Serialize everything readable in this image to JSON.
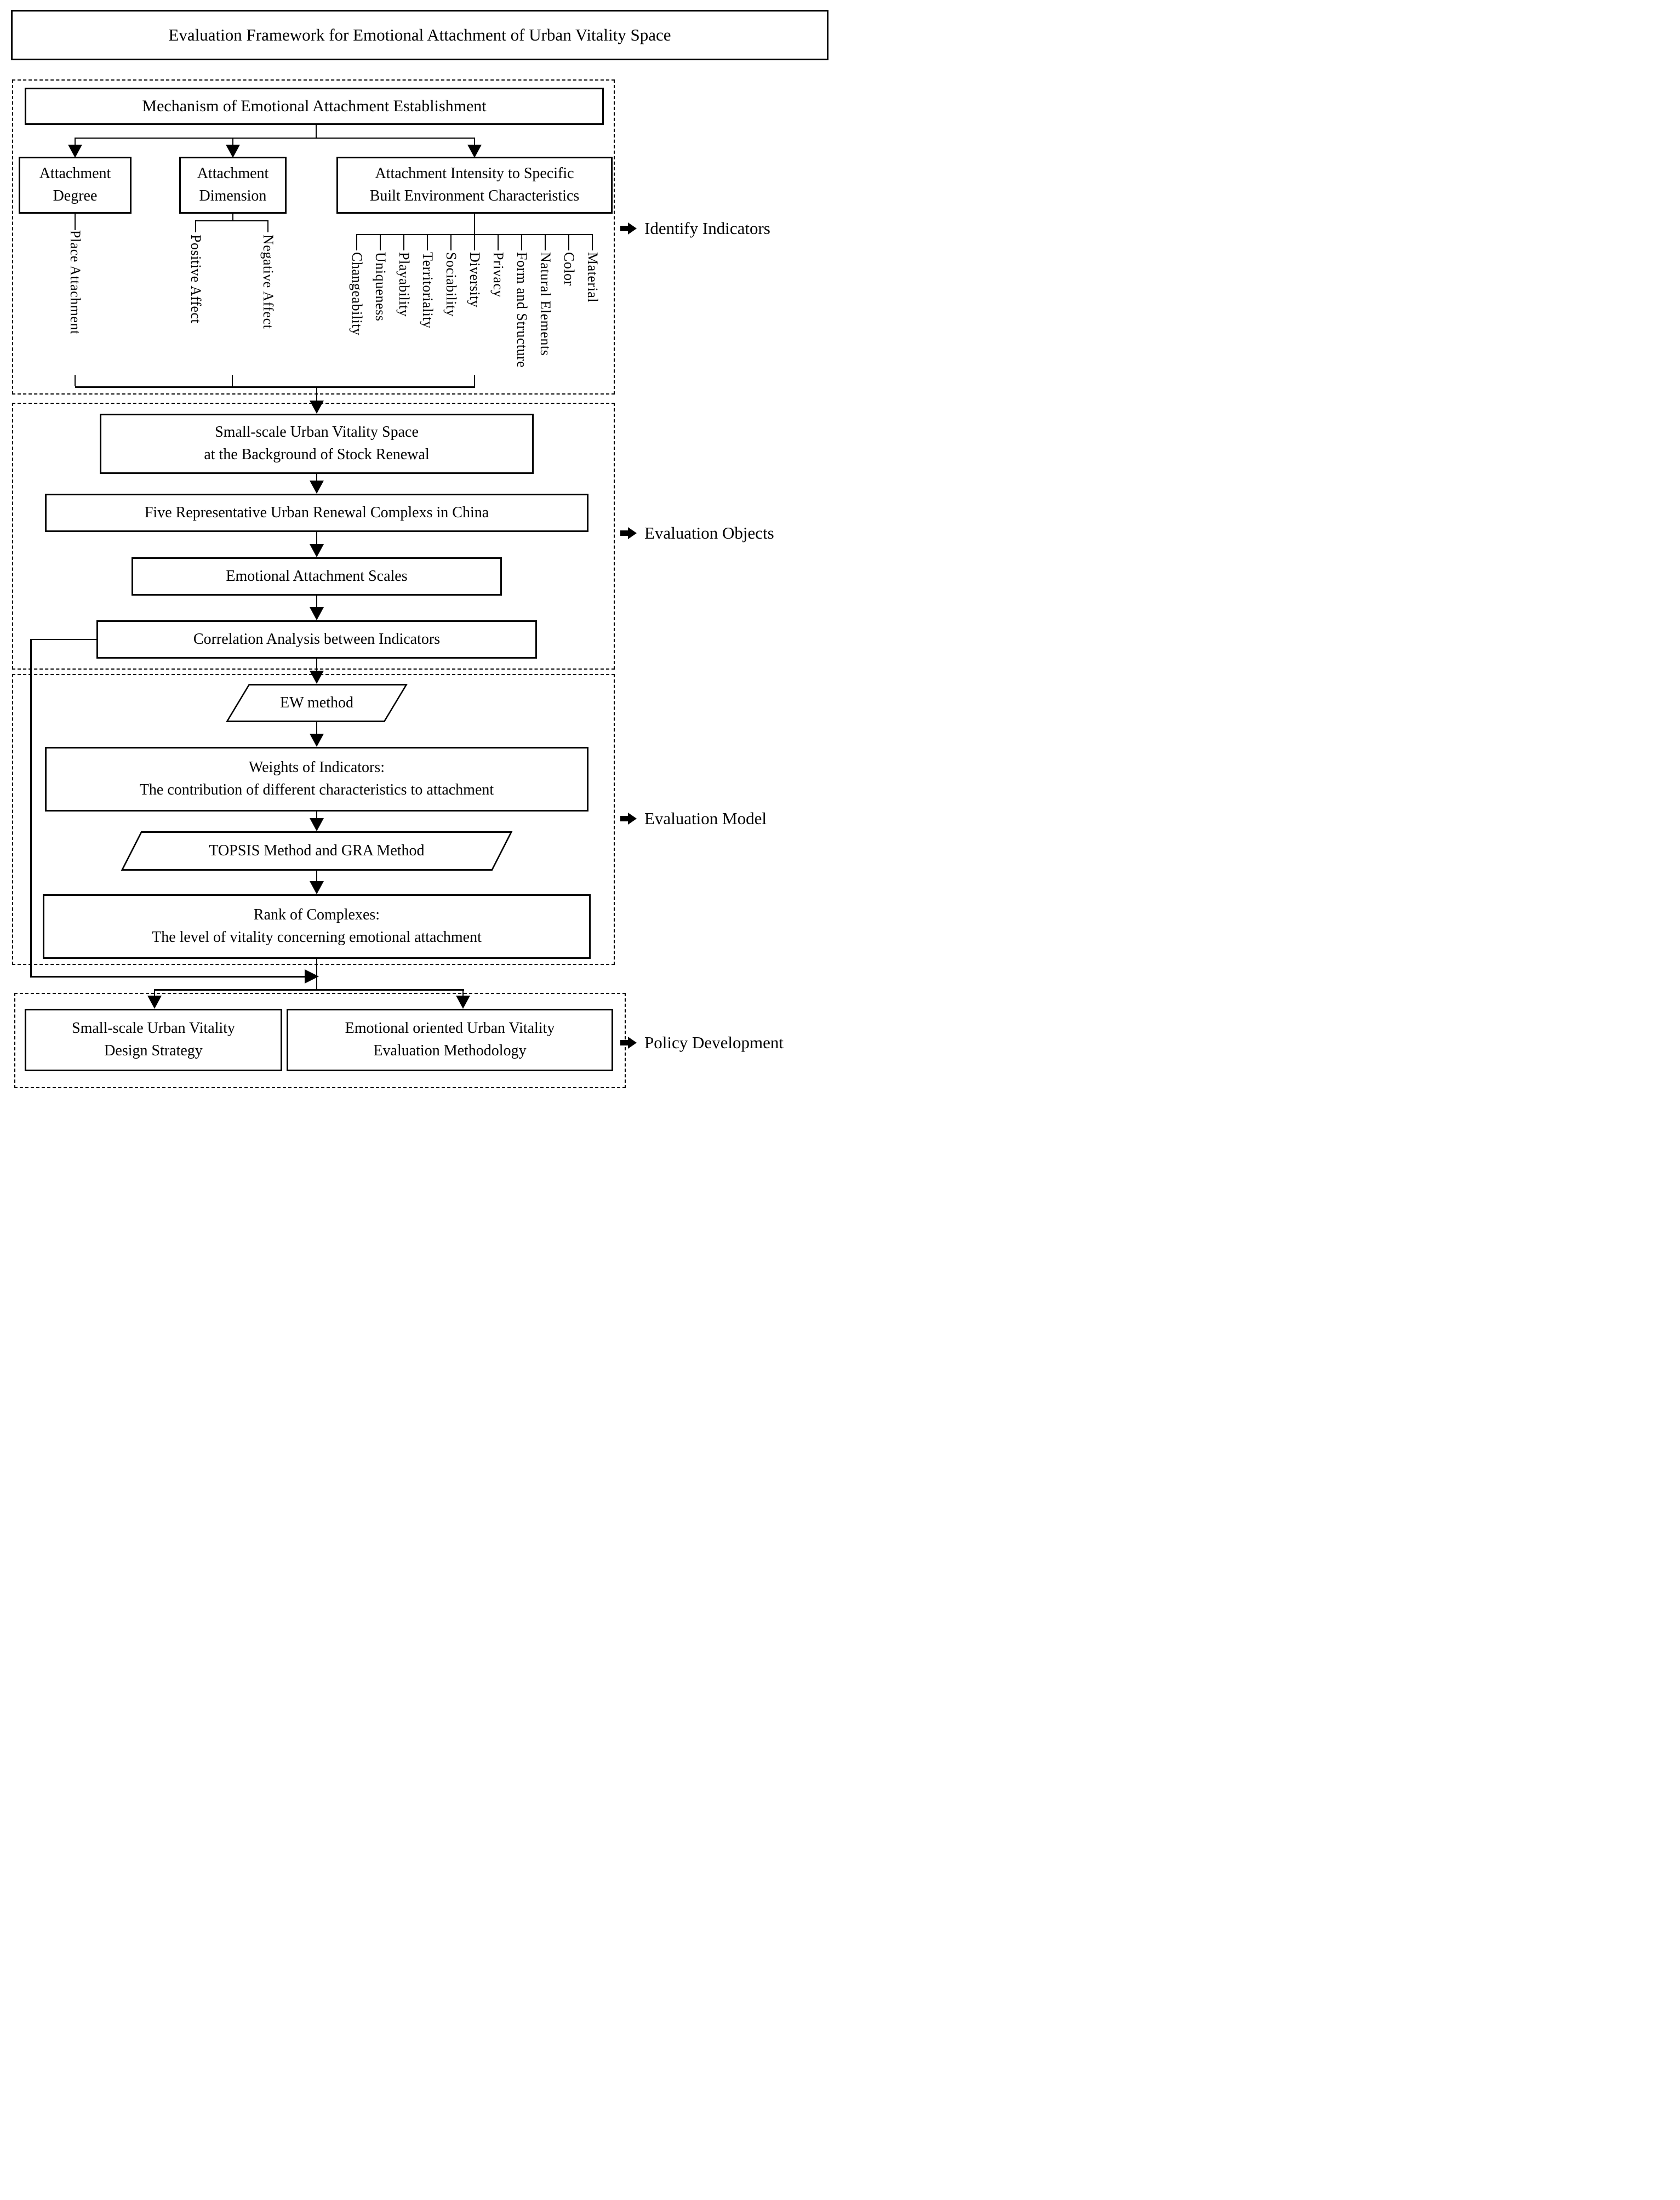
{
  "title": "Evaluation Framework for Emotional Attachment of Urban Vitality Space",
  "side_labels": {
    "identify_indicators": "Identify Indicators",
    "evaluation_objects": "Evaluation Objects",
    "evaluation_model": "Evaluation Model",
    "policy_development": "Policy Development"
  },
  "mechanism": {
    "header": "Mechanism of Emotional Attachment Establishment",
    "degree": {
      "title": "Attachment\nDegree",
      "children": [
        "Place Attachment"
      ]
    },
    "dimension": {
      "title": "Attachment\nDimension",
      "children": [
        "Positive Affect",
        "Negative Affect"
      ]
    },
    "intensity": {
      "title": "Attachment Intensity to Specific\nBuilt Environment Characteristics",
      "children": [
        "Changeability",
        "Uniqueness",
        "Playability",
        "Territoriality",
        "Sociability",
        "Diversity",
        "Privacy",
        "Form and Structure",
        "Natural Elements",
        "Color",
        "Material"
      ]
    }
  },
  "evaluation_objects": {
    "space_box": "Small-scale Urban Vitality Space\nat the Background of Stock Renewal",
    "complexes_box": "Five Representative Urban Renewal Complexs in China",
    "scales_box": "Emotional Attachment Scales",
    "correlation_box": "Correlation Analysis between Indicators"
  },
  "evaluation_model": {
    "ew_method": "EW method",
    "weights_box": "Weights of Indicators:\nThe contribution of different characteristics to attachment",
    "topsis_method": "TOPSIS Method and GRA Method",
    "rank_box": "Rank of Complexes:\nThe level of vitality concerning emotional attachment"
  },
  "policy_development": {
    "strategy_box": "Small-scale Urban Vitality\nDesign Strategy",
    "methodology_box": "Emotional oriented Urban Vitality\nEvaluation Methodology"
  }
}
